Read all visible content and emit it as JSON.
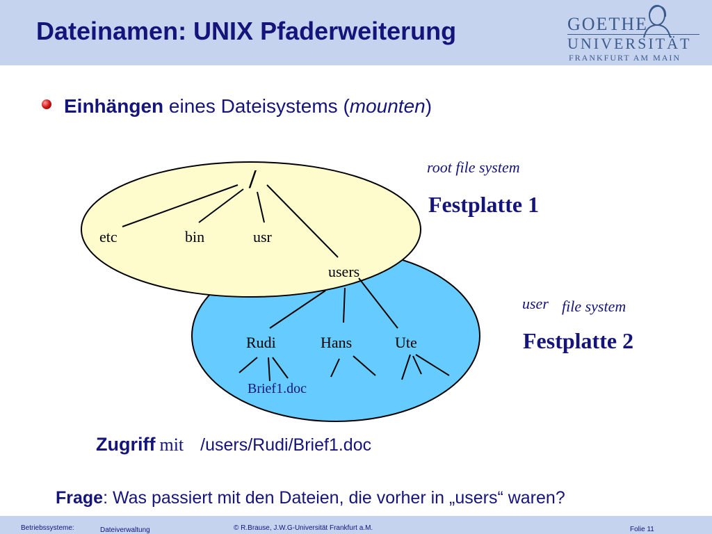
{
  "header": {
    "title": "Dateinamen: UNIX Pfaderweiterung",
    "logo": {
      "line1": "GOETHE",
      "line2": "UNIVERSITÄT",
      "line3": "FRANKFURT AM MAIN"
    }
  },
  "bullet": {
    "bold": "Einhängen",
    "text1": " eines Dateisystems (",
    "italic": "mounten",
    "text2": ")"
  },
  "diagram": {
    "root_symbol": "/",
    "root_dirs": [
      "etc",
      "bin",
      "usr",
      "users"
    ],
    "user_dirs": [
      "Rudi",
      "Hans",
      "Ute"
    ],
    "file": "Brief1.doc",
    "root_label": "root file system",
    "disk1": "Festplatte 1",
    "user_label_a": "user",
    "user_label_b": "file system",
    "disk2": "Festplatte 2",
    "colors": {
      "root_fill": "#fefccc",
      "user_fill": "#66ccff",
      "text": "#14147a"
    }
  },
  "access": {
    "bold": "Zugriff",
    "mid": "mit",
    "path": "/users/Rudi/Brief1.doc"
  },
  "question": {
    "bold": "Frage",
    "text": ": Was passiert mit den Dateien, die vorher  in „users“ waren?"
  },
  "footer": {
    "course": "Betriebssysteme:",
    "topic": "Dateiverwaltung",
    "copyright": "© R.Brause, J.W.G-Universität Frankfurt a.M.",
    "slide": "Folie 11"
  }
}
